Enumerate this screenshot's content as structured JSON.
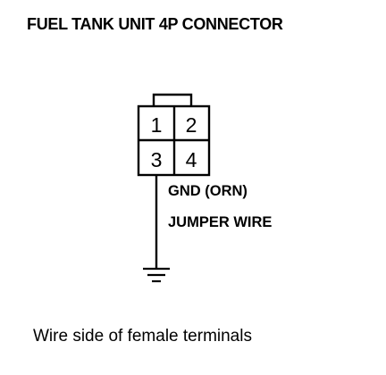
{
  "diagram": {
    "title": "FUEL TANK UNIT 4P CONNECTOR",
    "connector": {
      "pins": [
        "1",
        "2",
        "3",
        "4"
      ]
    },
    "wire": {
      "label_line1": "GND (ORN)",
      "label_line2": "JUMPER WIRE",
      "terminal": "ground-symbol"
    },
    "caption": "Wire side of female terminals",
    "colors": {
      "line": "#000000",
      "background": "#ffffff"
    }
  }
}
